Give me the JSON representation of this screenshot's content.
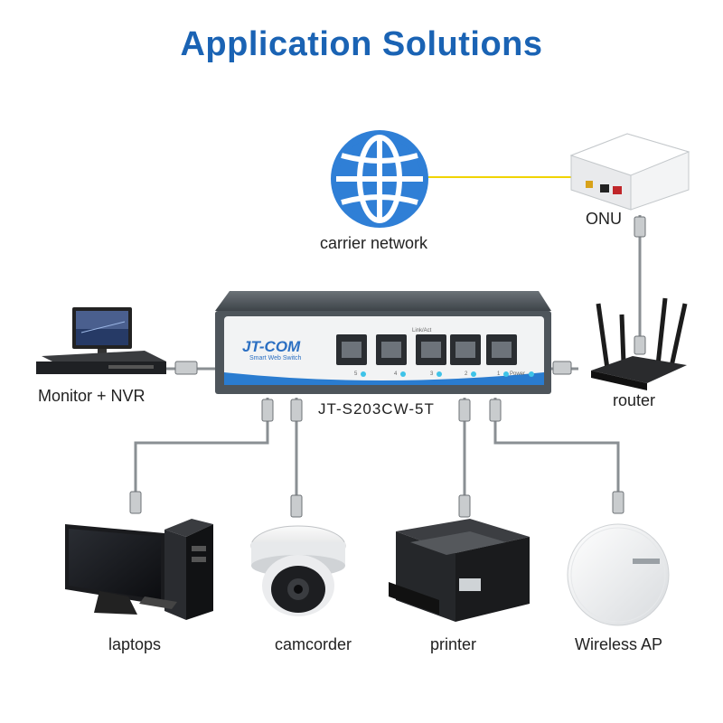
{
  "title": "Application Solutions",
  "switch": {
    "brand": "JT-COM",
    "subtitle": "Smart Web Switch",
    "model": "JT-S203CW-5T",
    "link_act": "Link/Act",
    "power": "Power",
    "port_numbers": [
      "5",
      "4",
      "3",
      "2",
      "1"
    ]
  },
  "nodes": {
    "carrier_network": "carrier network",
    "onu": "ONU",
    "router": "router",
    "monitor_nvr": "Monitor + NVR",
    "laptops": "laptops",
    "camcorder": "camcorder",
    "printer": "printer",
    "wireless_ap": "Wireless AP"
  },
  "colors": {
    "title": "#1a63b4",
    "globe": "#2f7fd6",
    "fiber": "#f0d400",
    "cable": "#8a8f93"
  }
}
